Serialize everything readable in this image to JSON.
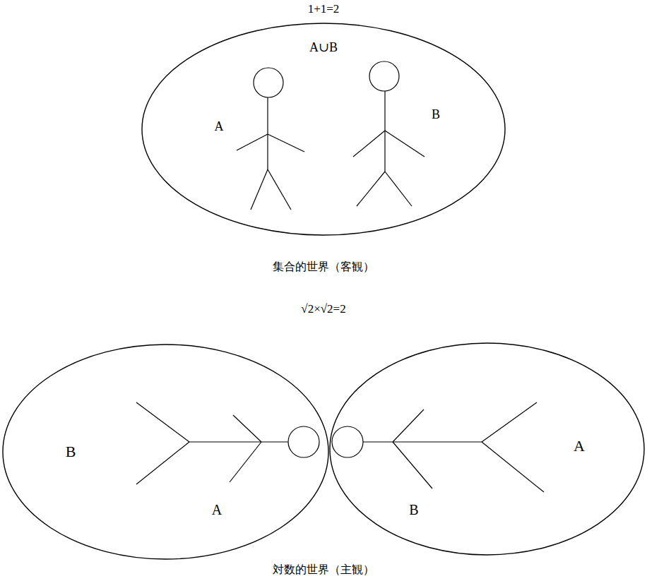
{
  "diagram": {
    "nodes": [
      {
        "text": [
          "A∪B",
          "A",
          "B"
        ]
      },
      {
        "text": [
          "B",
          "A"
        ]
      },
      {
        "text": [
          "A",
          "B"
        ]
      }
    ],
    "labels": [
      "1+1=2",
      "集合的世界（客観）",
      "√2×√2=2",
      "対数的世界（主観）"
    ]
  }
}
